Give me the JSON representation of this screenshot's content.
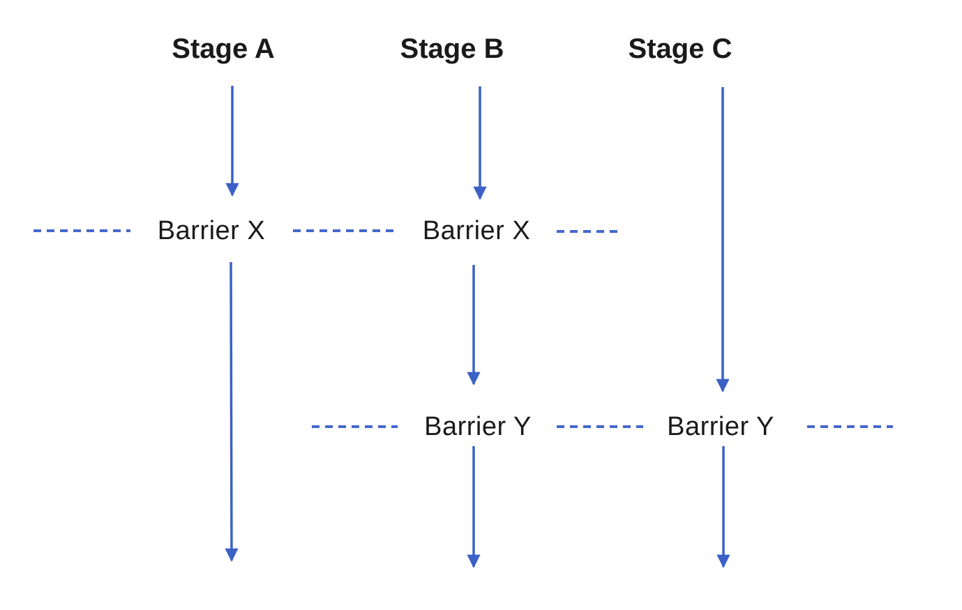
{
  "diagram": {
    "title": "stage-barrier-timeline",
    "stages": [
      {
        "id": "stage-a",
        "label": "Stage A"
      },
      {
        "id": "stage-b",
        "label": "Stage B"
      },
      {
        "id": "stage-c",
        "label": "Stage C"
      }
    ],
    "barrier_labels": [
      {
        "id": "barrier-x-a",
        "label": "Barrier X",
        "row": "X",
        "column": "A"
      },
      {
        "id": "barrier-x-b",
        "label": "Barrier X",
        "row": "X",
        "column": "B"
      },
      {
        "id": "barrier-y-b",
        "label": "Barrier Y",
        "row": "Y",
        "column": "B"
      },
      {
        "id": "barrier-y-c",
        "label": "Barrier Y",
        "row": "Y",
        "column": "C"
      }
    ]
  },
  "colors": {
    "arrow-blue": "#3B61C6",
    "dash-blue": "#4667CE",
    "text-dark": "#1A1A1A",
    "bg": "#FFFFFF"
  }
}
